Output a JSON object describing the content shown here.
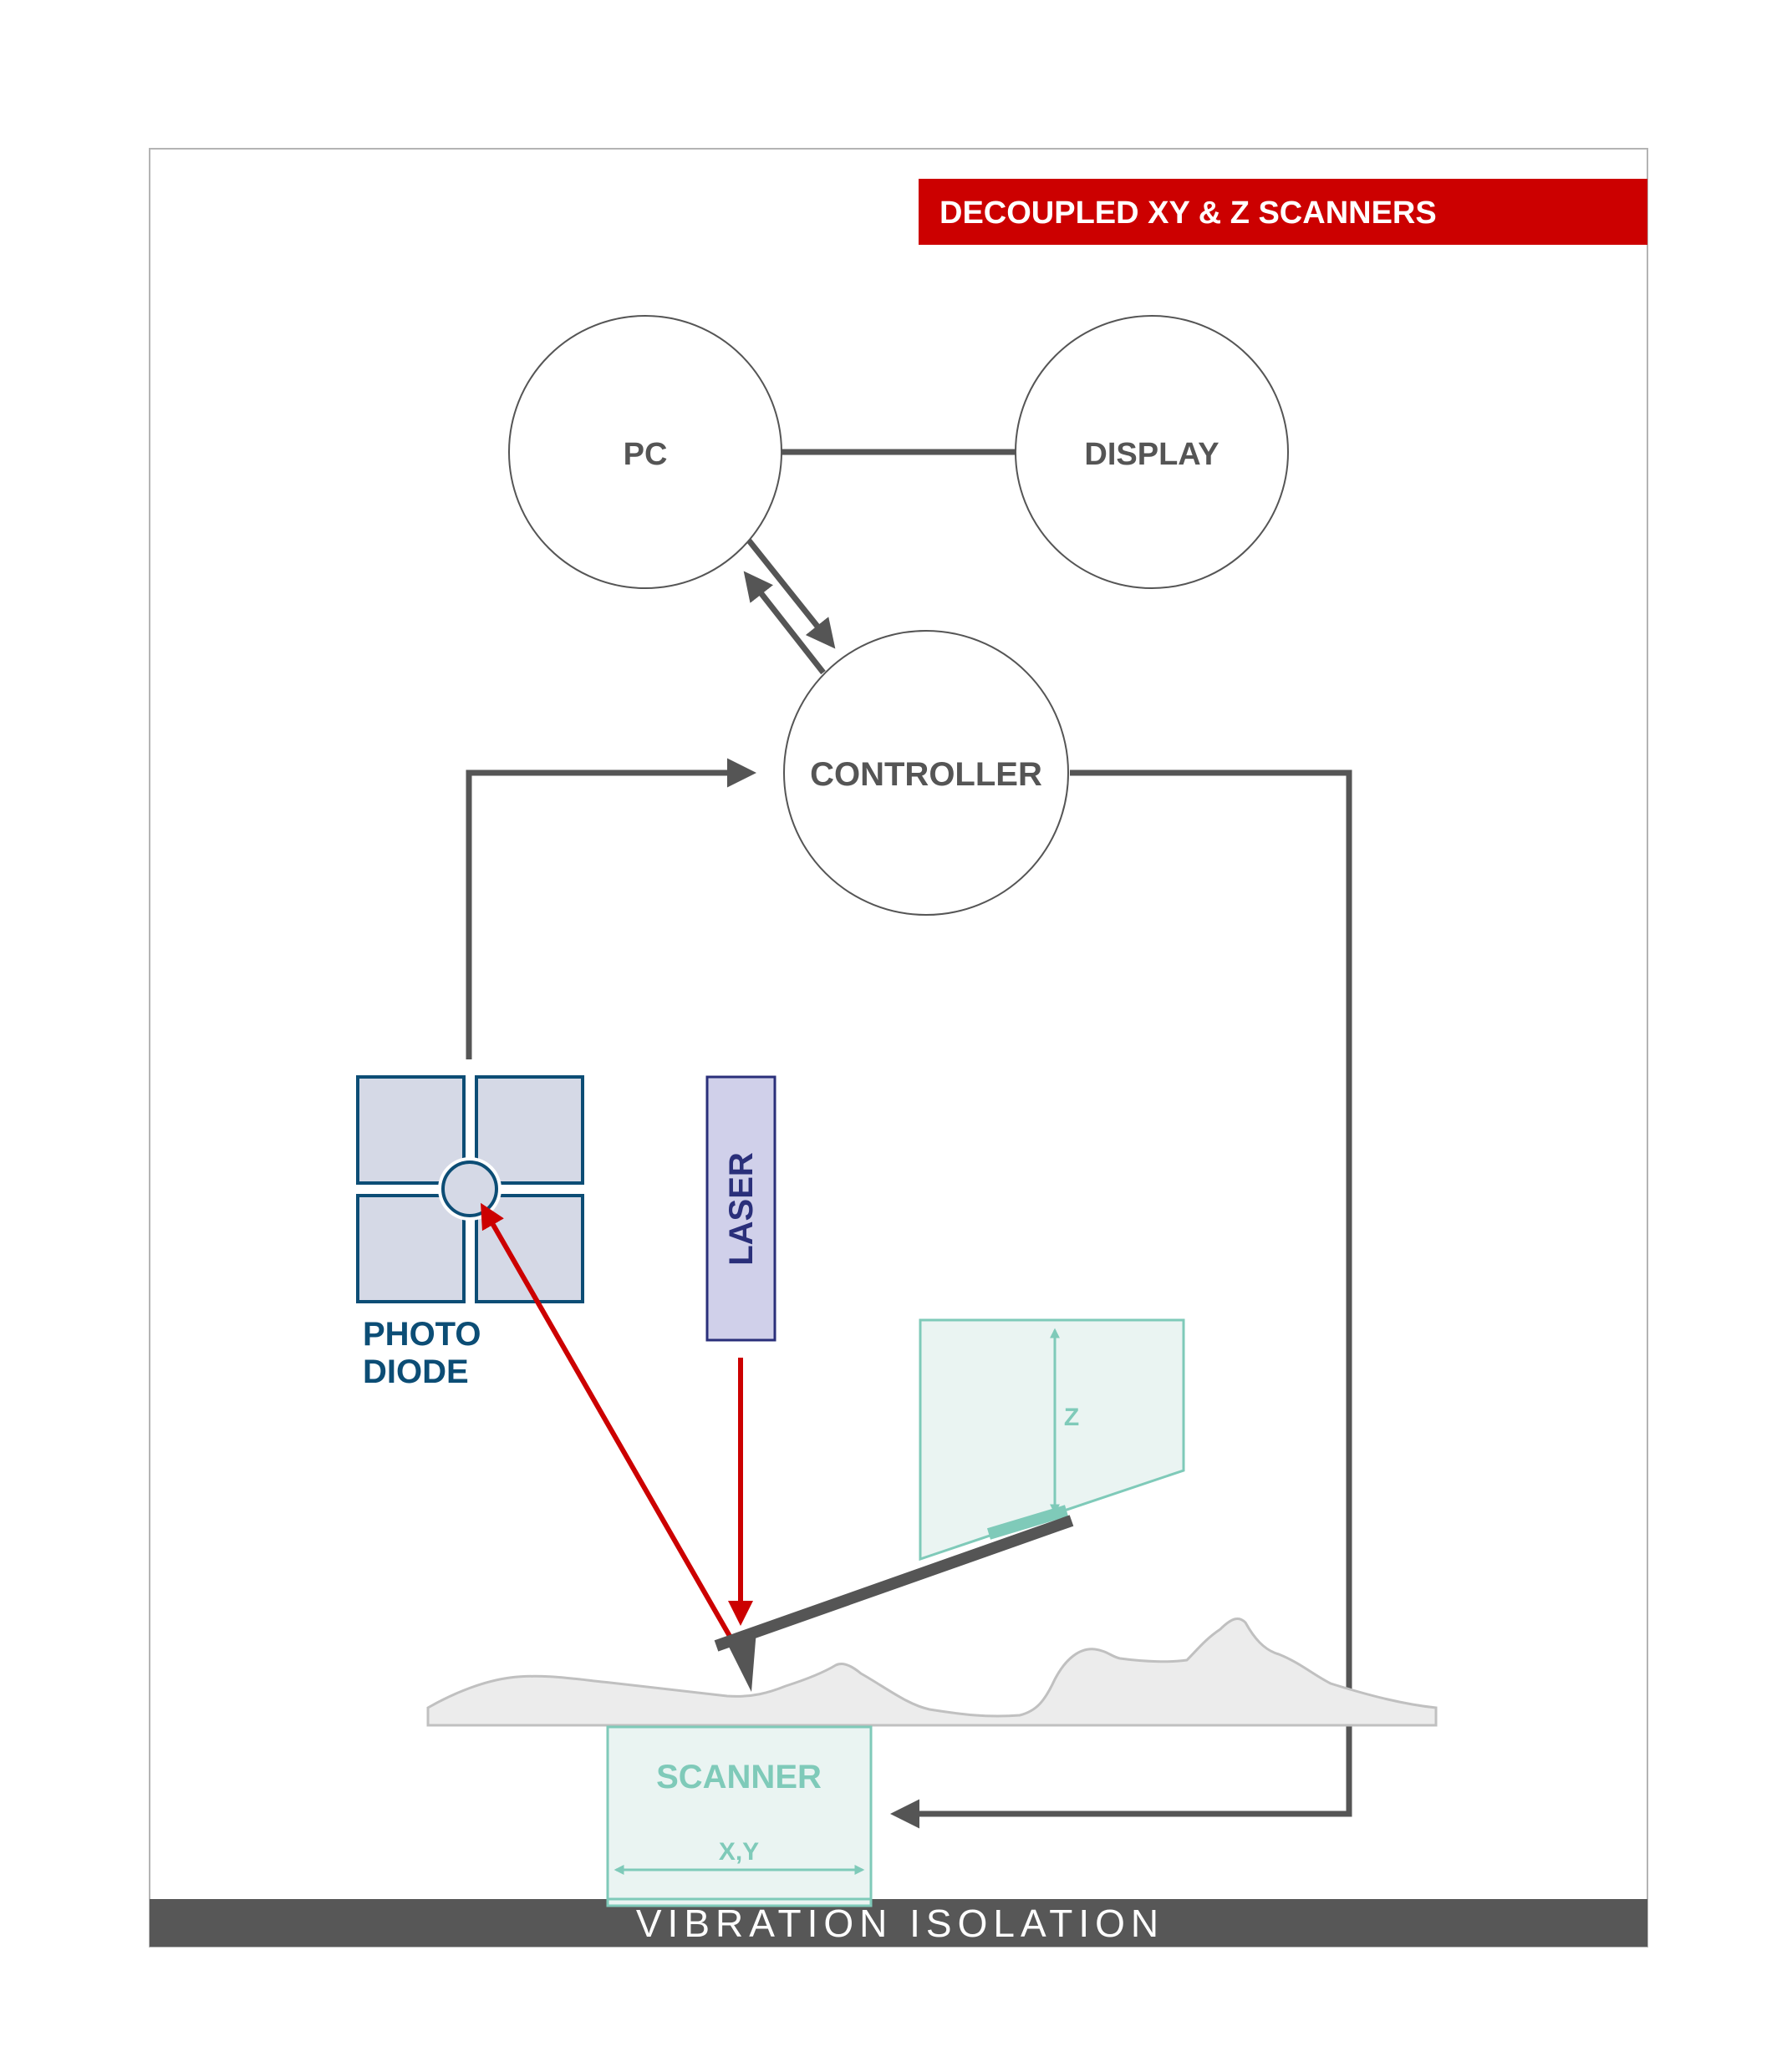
{
  "banner": {
    "title": "DECOUPLED XY & Z SCANNERS",
    "color": "#cc0000"
  },
  "nodes": {
    "pc": "PC",
    "display": "DISPLAY",
    "controller": "CONTROLLER"
  },
  "components": {
    "photodiode_line1": "PHOTO",
    "photodiode_line2": "DIODE",
    "laser": "LASER",
    "z_axis": "Z",
    "scanner": "SCANNER",
    "xy_axis": "X,Y"
  },
  "footer": {
    "vibration": "VIBRATION ISOLATION"
  },
  "colors": {
    "line": "#555555",
    "laser_beam": "#cc0000",
    "photodiode": "#0c4d75",
    "photodiode_fill": "#d5d9e6",
    "laser_fill": "#d0d0ea",
    "laser_text": "#2a2f7a",
    "scanner": "#7fcab9",
    "scanner_fill": "#eaf4f2",
    "sample": "#ececec",
    "base": "#575757"
  }
}
